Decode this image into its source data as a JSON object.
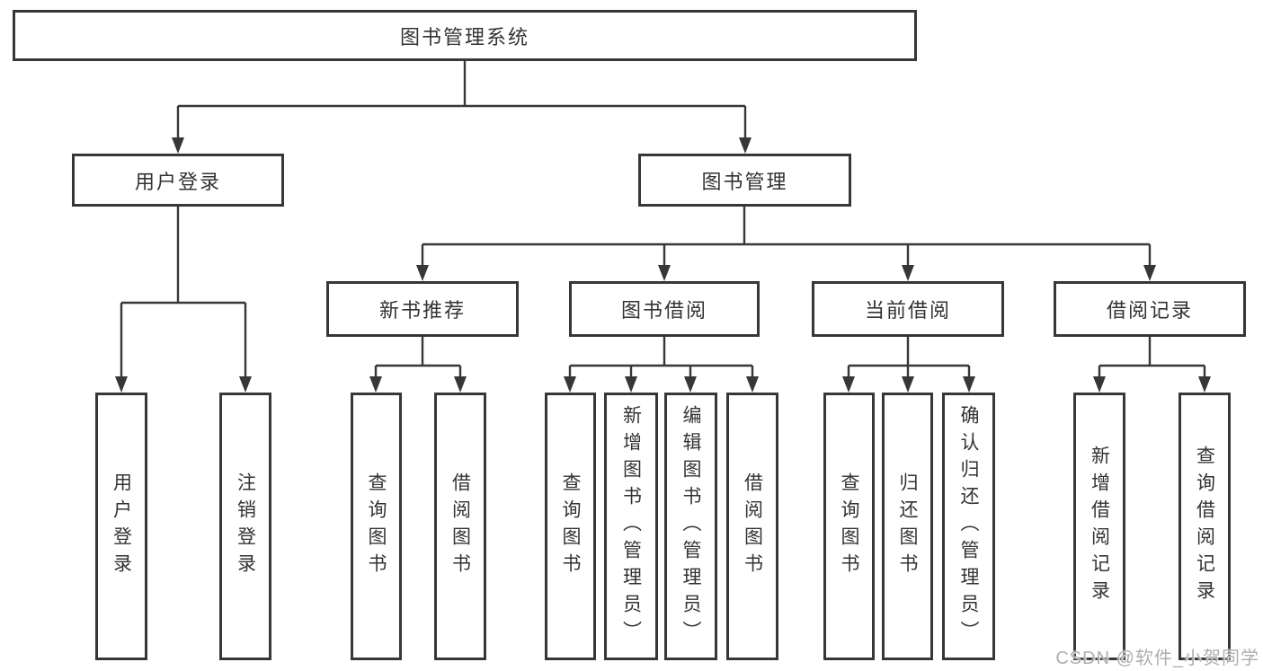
{
  "diagram": {
    "root": {
      "label": "图书管理系统"
    },
    "branches": [
      {
        "label": "用户登录",
        "children": [
          {
            "label": "用户登录"
          },
          {
            "label": "注销登录"
          }
        ]
      },
      {
        "label": "图书管理",
        "children": [
          {
            "label": "新书推荐",
            "children": [
              {
                "label": "查询图书"
              },
              {
                "label": "借阅图书"
              }
            ]
          },
          {
            "label": "图书借阅",
            "children": [
              {
                "label": "查询图书"
              },
              {
                "label": "新增图书（管理员）"
              },
              {
                "label": "编辑图书（管理员）"
              },
              {
                "label": "借阅图书"
              }
            ]
          },
          {
            "label": "当前借阅",
            "children": [
              {
                "label": "查询图书"
              },
              {
                "label": "归还图书"
              },
              {
                "label": "确认归还（管理员）"
              }
            ]
          },
          {
            "label": "借阅记录",
            "children": [
              {
                "label": "新增借阅记录"
              },
              {
                "label": "查询借阅记录"
              }
            ]
          }
        ]
      }
    ]
  },
  "watermark": {
    "text": "CSDN @软件_小贺同学"
  },
  "colors": {
    "line": "#373737",
    "text": "#333333",
    "background": "#ffffff",
    "watermark": "#aeaeae"
  }
}
